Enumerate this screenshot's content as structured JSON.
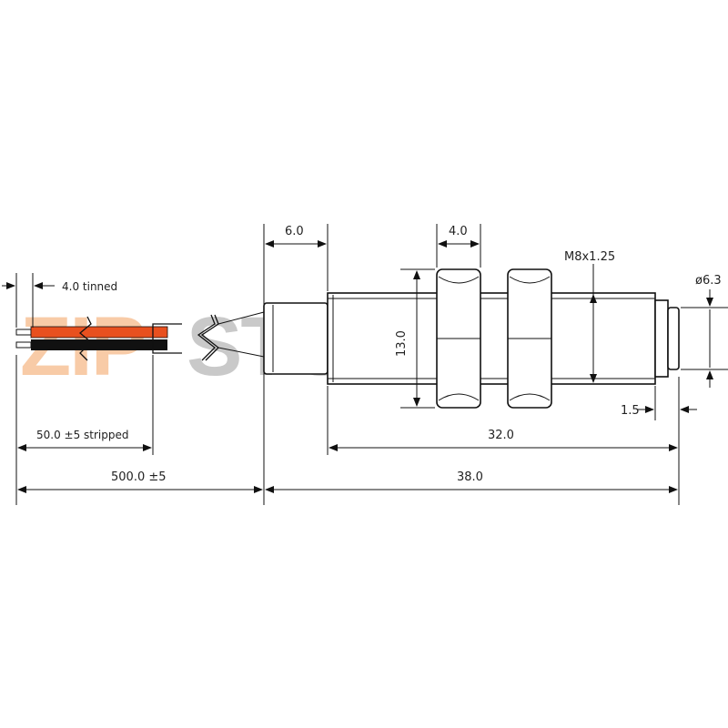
{
  "watermark": {
    "zip": "ZIP",
    "store": "STORE.RU",
    "zip_color": "#f4a261",
    "store_color": "#9e9e9e"
  },
  "wire_colors": {
    "red": "#e8501f",
    "black": "#111111"
  },
  "dimensions": {
    "tinned": "4.0  tinned",
    "stripped": "50.0 ±5  stripped",
    "cable_length": "500.0 ±5",
    "sleeve": "6.0",
    "nut_width": "4.0",
    "thread": "M8x1.25",
    "tip_diameter": "ø6.3",
    "nut_height": "13.0",
    "tip_length": "1.5",
    "thread_length": "32.0",
    "total_length": "38.0"
  }
}
